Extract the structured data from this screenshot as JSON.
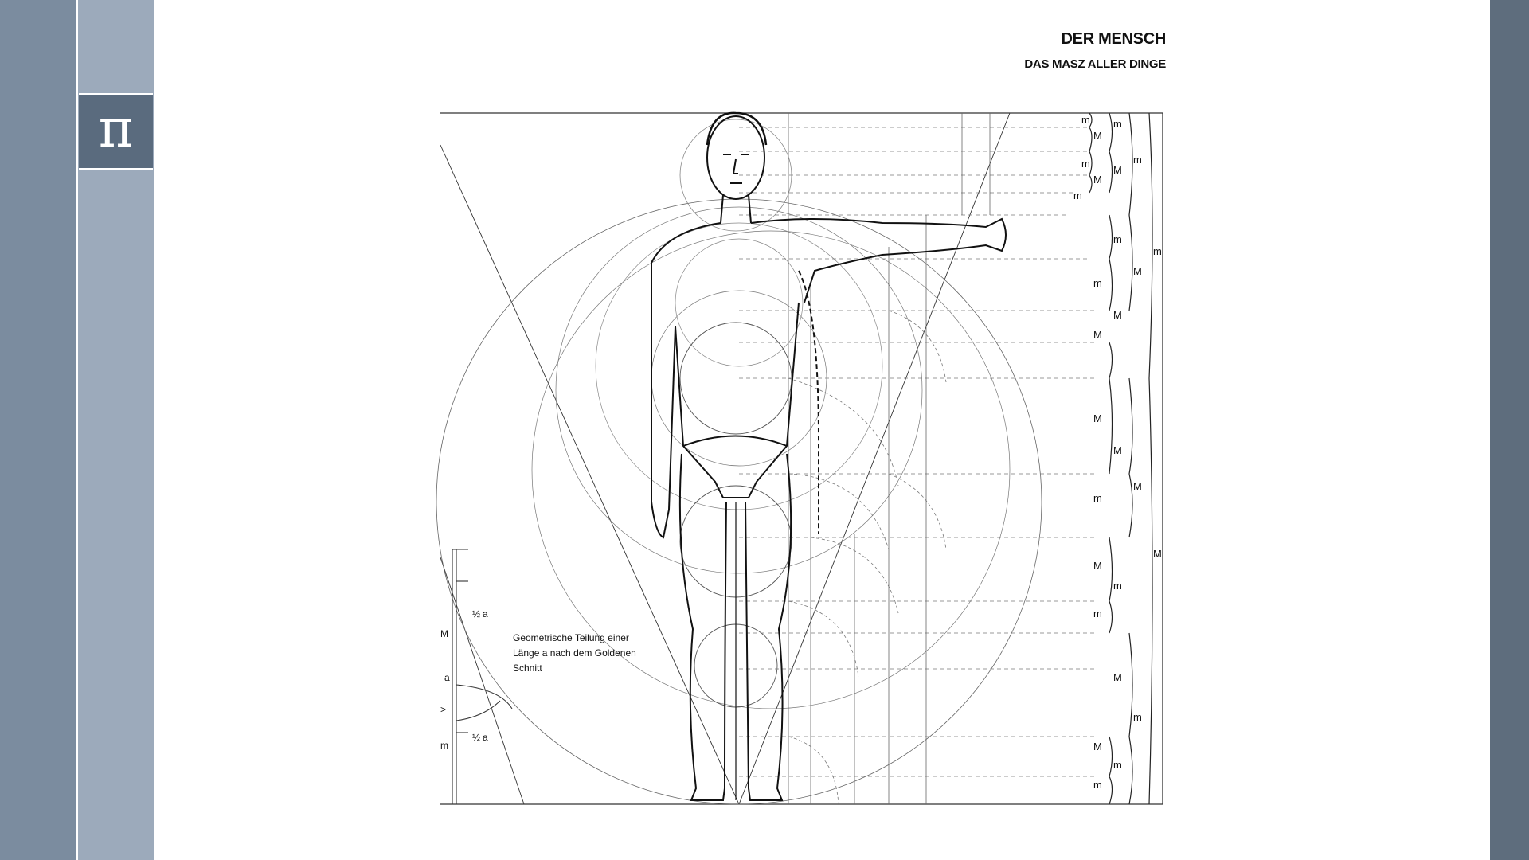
{
  "slide": {
    "icon": "pi-icon",
    "icon_glyph": "π",
    "title": "DER MENSCH",
    "subtitle": "DAS MASZ ALLER DINGE",
    "caption": "Geometrische Teilung einer Länge a nach dem Goldenen Schnitt",
    "colors": {
      "left_bar": "#7b8c9f",
      "band": "#9caabb",
      "icon_box": "#5a6b7e",
      "right_bar": "#5e6d7d"
    }
  },
  "diagram": {
    "mark_major": "M",
    "mark_minor": "m",
    "label_a": "a",
    "label_half": "½",
    "label_v": ">"
  }
}
